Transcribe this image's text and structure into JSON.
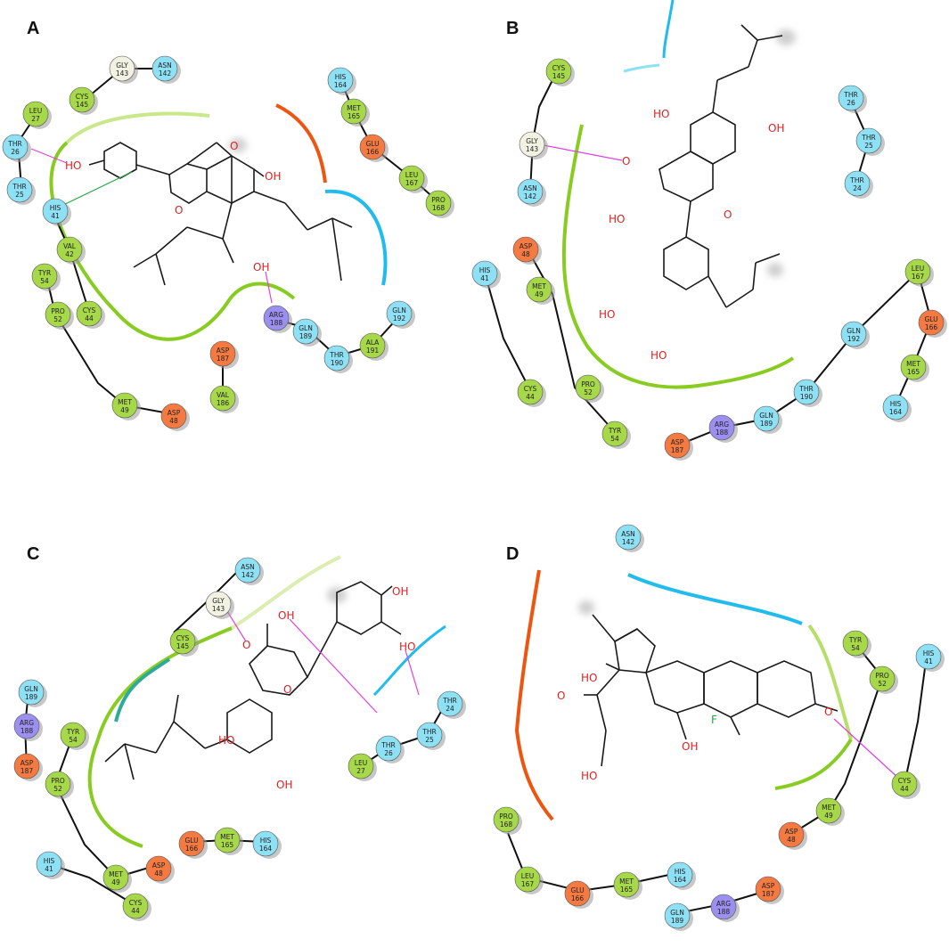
{
  "colors": {
    "hydrophobic": "#a6d84a",
    "polar": "#8ee0f4",
    "negative": "#f47a42",
    "positive": "#9b8ff0",
    "glycine": "#f2f2e2",
    "hbond": "#e040e0",
    "pipi": "#22aa44",
    "oxygen": "#e02020",
    "fluorine": "#20b040",
    "bond": "#1a1a1a",
    "backbone": "#111111",
    "pocket_green": "#88cc22",
    "pocket_cyan": "#22bbee",
    "pocket_orange": "#ee5511"
  },
  "panels": [
    {
      "label": "A",
      "residues": [
        {
          "id": "a1",
          "name": "GLY",
          "num": "143",
          "type": "glycine"
        },
        {
          "id": "a2",
          "name": "ASN",
          "num": "142",
          "type": "polar"
        },
        {
          "id": "a3",
          "name": "CYS",
          "num": "145",
          "type": "hydrophobic"
        },
        {
          "id": "a4",
          "name": "LEU",
          "num": "27",
          "type": "hydrophobic"
        },
        {
          "id": "a5",
          "name": "THR",
          "num": "26",
          "type": "polar"
        },
        {
          "id": "a6",
          "name": "THR",
          "num": "25",
          "type": "polar"
        },
        {
          "id": "a7",
          "name": "HIS",
          "num": "41",
          "type": "polar"
        },
        {
          "id": "a8",
          "name": "VAL",
          "num": "42",
          "type": "hydrophobic"
        },
        {
          "id": "a9",
          "name": "CYS",
          "num": "44",
          "type": "hydrophobic"
        },
        {
          "id": "a10",
          "name": "TYR",
          "num": "54",
          "type": "hydrophobic"
        },
        {
          "id": "a11",
          "name": "PRO",
          "num": "52",
          "type": "hydrophobic"
        },
        {
          "id": "a12",
          "name": "MET",
          "num": "49",
          "type": "hydrophobic"
        },
        {
          "id": "a13",
          "name": "ASP",
          "num": "48",
          "type": "negative"
        },
        {
          "id": "a14",
          "name": "HIS",
          "num": "164",
          "type": "polar"
        },
        {
          "id": "a15",
          "name": "MET",
          "num": "165",
          "type": "hydrophobic"
        },
        {
          "id": "a16",
          "name": "GLU",
          "num": "166",
          "type": "negative"
        },
        {
          "id": "a17",
          "name": "LEU",
          "num": "167",
          "type": "hydrophobic"
        },
        {
          "id": "a18",
          "name": "PRO",
          "num": "168",
          "type": "hydrophobic"
        },
        {
          "id": "a19",
          "name": "ARG",
          "num": "188",
          "type": "positive"
        },
        {
          "id": "a20",
          "name": "ASP",
          "num": "187",
          "type": "negative"
        },
        {
          "id": "a21",
          "name": "VAL",
          "num": "186",
          "type": "hydrophobic"
        },
        {
          "id": "a22",
          "name": "GLN",
          "num": "189",
          "type": "polar"
        },
        {
          "id": "a23",
          "name": "THR",
          "num": "190",
          "type": "polar"
        },
        {
          "id": "a24",
          "name": "ALA",
          "num": "191",
          "type": "hydrophobic"
        },
        {
          "id": "a25",
          "name": "GLN",
          "num": "192",
          "type": "polar"
        }
      ],
      "atoms": [
        {
          "id": "aa1",
          "text": "O",
          "el": "O"
        },
        {
          "id": "aa2",
          "text": "HO",
          "el": "O"
        },
        {
          "id": "aa3",
          "text": "OH",
          "el": "O"
        },
        {
          "id": "aa4",
          "text": "O",
          "el": "O"
        },
        {
          "id": "aa5",
          "text": "OH",
          "el": "O"
        }
      ]
    },
    {
      "label": "B",
      "residues": [
        {
          "id": "b1",
          "name": "CYS",
          "num": "145",
          "type": "hydrophobic"
        },
        {
          "id": "b2",
          "name": "GLY",
          "num": "143",
          "type": "glycine"
        },
        {
          "id": "b3",
          "name": "ASN",
          "num": "142",
          "type": "polar"
        },
        {
          "id": "b4",
          "name": "THR",
          "num": "26",
          "type": "polar"
        },
        {
          "id": "b5",
          "name": "THR",
          "num": "25",
          "type": "polar"
        },
        {
          "id": "b6",
          "name": "THR",
          "num": "24",
          "type": "polar"
        },
        {
          "id": "b7",
          "name": "ASP",
          "num": "48",
          "type": "negative"
        },
        {
          "id": "b8",
          "name": "HIS",
          "num": "41",
          "type": "polar"
        },
        {
          "id": "b9",
          "name": "MET",
          "num": "49",
          "type": "hydrophobic"
        },
        {
          "id": "b10",
          "name": "CYS",
          "num": "44",
          "type": "hydrophobic"
        },
        {
          "id": "b11",
          "name": "PRO",
          "num": "52",
          "type": "hydrophobic"
        },
        {
          "id": "b12",
          "name": "TYR",
          "num": "54",
          "type": "hydrophobic"
        },
        {
          "id": "b13",
          "name": "ASP",
          "num": "187",
          "type": "negative"
        },
        {
          "id": "b14",
          "name": "ARG",
          "num": "188",
          "type": "positive"
        },
        {
          "id": "b15",
          "name": "GLN",
          "num": "189",
          "type": "polar"
        },
        {
          "id": "b16",
          "name": "THR",
          "num": "190",
          "type": "polar"
        },
        {
          "id": "b17",
          "name": "GLN",
          "num": "192",
          "type": "polar"
        },
        {
          "id": "b18",
          "name": "LEU",
          "num": "167",
          "type": "hydrophobic"
        },
        {
          "id": "b19",
          "name": "GLU",
          "num": "166",
          "type": "negative"
        },
        {
          "id": "b20",
          "name": "MET",
          "num": "165",
          "type": "hydrophobic"
        },
        {
          "id": "b21",
          "name": "HIS",
          "num": "164",
          "type": "polar"
        }
      ],
      "atoms": [
        {
          "id": "ba1",
          "text": "HO",
          "el": "O"
        },
        {
          "id": "ba2",
          "text": "OH",
          "el": "O"
        },
        {
          "id": "ba3",
          "text": "O",
          "el": "O"
        },
        {
          "id": "ba4",
          "text": "HO",
          "el": "O"
        },
        {
          "id": "ba5",
          "text": "O",
          "el": "O"
        },
        {
          "id": "ba6",
          "text": "HO",
          "el": "O"
        },
        {
          "id": "ba7",
          "text": "HO",
          "el": "O"
        }
      ]
    },
    {
      "label": "C",
      "residues": [
        {
          "id": "c1",
          "name": "ASN",
          "num": "142",
          "type": "polar"
        },
        {
          "id": "c2",
          "name": "GLY",
          "num": "143",
          "type": "glycine"
        },
        {
          "id": "c3",
          "name": "CYS",
          "num": "145",
          "type": "hydrophobic"
        },
        {
          "id": "c4",
          "name": "GLN",
          "num": "189",
          "type": "polar"
        },
        {
          "id": "c5",
          "name": "ARG",
          "num": "188",
          "type": "positive"
        },
        {
          "id": "c6",
          "name": "ASP",
          "num": "187",
          "type": "negative"
        },
        {
          "id": "c7",
          "name": "TYR",
          "num": "54",
          "type": "hydrophobic"
        },
        {
          "id": "c8",
          "name": "PRO",
          "num": "52",
          "type": "hydrophobic"
        },
        {
          "id": "c9",
          "name": "HIS",
          "num": "41",
          "type": "polar"
        },
        {
          "id": "c10",
          "name": "MET",
          "num": "49",
          "type": "hydrophobic"
        },
        {
          "id": "c11",
          "name": "ASP",
          "num": "48",
          "type": "negative"
        },
        {
          "id": "c12",
          "name": "CYS",
          "num": "44",
          "type": "hydrophobic"
        },
        {
          "id": "c13",
          "name": "GLU",
          "num": "166",
          "type": "negative"
        },
        {
          "id": "c14",
          "name": "MET",
          "num": "165",
          "type": "hydrophobic"
        },
        {
          "id": "c15",
          "name": "HIS",
          "num": "164",
          "type": "polar"
        },
        {
          "id": "c16",
          "name": "THR",
          "num": "24",
          "type": "polar"
        },
        {
          "id": "c17",
          "name": "THR",
          "num": "25",
          "type": "polar"
        },
        {
          "id": "c18",
          "name": "THR",
          "num": "26",
          "type": "polar"
        },
        {
          "id": "c19",
          "name": "LEU",
          "num": "27",
          "type": "hydrophobic"
        }
      ],
      "atoms": [
        {
          "id": "ca1",
          "text": "OH",
          "el": "O"
        },
        {
          "id": "ca2",
          "text": "HO",
          "el": "O"
        },
        {
          "id": "ca3",
          "text": "OH",
          "el": "O"
        },
        {
          "id": "ca4",
          "text": "O",
          "el": "O"
        },
        {
          "id": "ca5",
          "text": "HO",
          "el": "O"
        },
        {
          "id": "ca6",
          "text": "O",
          "el": "O"
        },
        {
          "id": "ca7",
          "text": "OH",
          "el": "O"
        }
      ]
    },
    {
      "label": "D",
      "residues": [
        {
          "id": "d1",
          "name": "ASN",
          "num": "142",
          "type": "polar"
        },
        {
          "id": "d2",
          "name": "TYR",
          "num": "54",
          "type": "hydrophobic"
        },
        {
          "id": "d3",
          "name": "HIS",
          "num": "41",
          "type": "polar"
        },
        {
          "id": "d4",
          "name": "PRO",
          "num": "52",
          "type": "hydrophobic"
        },
        {
          "id": "d5",
          "name": "MET",
          "num": "49",
          "type": "hydrophobic"
        },
        {
          "id": "d6",
          "name": "CYS",
          "num": "44",
          "type": "hydrophobic"
        },
        {
          "id": "d7",
          "name": "ASP",
          "num": "48",
          "type": "negative"
        },
        {
          "id": "d8",
          "name": "PRO",
          "num": "168",
          "type": "hydrophobic"
        },
        {
          "id": "d9",
          "name": "LEU",
          "num": "167",
          "type": "hydrophobic"
        },
        {
          "id": "d10",
          "name": "GLU",
          "num": "166",
          "type": "negative"
        },
        {
          "id": "d11",
          "name": "MET",
          "num": "165",
          "type": "hydrophobic"
        },
        {
          "id": "d12",
          "name": "HIS",
          "num": "164",
          "type": "polar"
        },
        {
          "id": "d13",
          "name": "ASP",
          "num": "187",
          "type": "negative"
        },
        {
          "id": "d14",
          "name": "ARG",
          "num": "188",
          "type": "positive"
        },
        {
          "id": "d15",
          "name": "GLN",
          "num": "189",
          "type": "polar"
        }
      ],
      "atoms": [
        {
          "id": "da1",
          "text": "HO",
          "el": "O"
        },
        {
          "id": "da2",
          "text": "O",
          "el": "O"
        },
        {
          "id": "da3",
          "text": "HO",
          "el": "O"
        },
        {
          "id": "da4",
          "text": "F",
          "el": "F"
        },
        {
          "id": "da5",
          "text": "OH",
          "el": "O"
        },
        {
          "id": "da6",
          "text": "O",
          "el": "O"
        }
      ]
    }
  ]
}
